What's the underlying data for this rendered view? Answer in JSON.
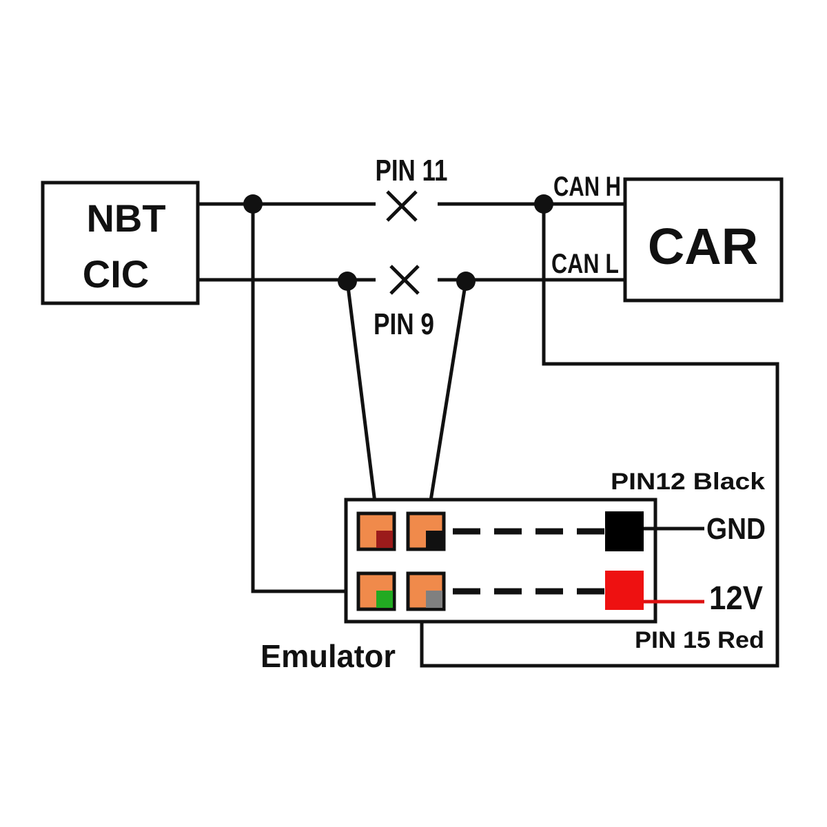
{
  "diagram": {
    "nbt_box": {
      "line1": "NBT",
      "line2": "CIC"
    },
    "car_box": {
      "label": "CAR"
    },
    "labels": {
      "pin11": "PIN 11",
      "pin9": "PIN 9",
      "can_h": "CAN H",
      "can_l": "CAN L",
      "pin12": "PIN12 Black",
      "gnd": "GND",
      "v12": "12V",
      "pin15": "PIN 15 Red",
      "emulator": "Emulator"
    },
    "colors": {
      "line": "#111111",
      "pin_orange": "#f08a4b",
      "pin_dark_red": "#9b1b1b",
      "pin_black": "#111111",
      "pin_green": "#22aa22",
      "pin_gray": "#808080",
      "gnd_terminal": "#000000",
      "v12_terminal": "#ee1111",
      "v12_wire": "#dd1111"
    },
    "emulator_pins": [
      {
        "name": "pin-top-left",
        "inner_color": "dark-red"
      },
      {
        "name": "pin-top-right",
        "inner_color": "black"
      },
      {
        "name": "pin-bottom-left",
        "inner_color": "green"
      },
      {
        "name": "pin-bottom-right",
        "inner_color": "gray"
      }
    ]
  }
}
